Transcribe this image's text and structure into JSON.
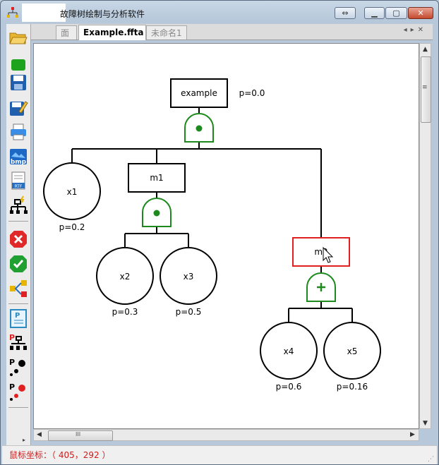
{
  "window": {
    "title": "故障树绘制与分析软件"
  },
  "tabs": [
    {
      "label": "面"
    },
    {
      "label": "Example.ffta"
    },
    {
      "label": "未命名1"
    }
  ],
  "tree": {
    "root": {
      "label": "example",
      "prob": "p=0.0"
    },
    "m1": {
      "label": "m1"
    },
    "m2": {
      "label": "m2"
    },
    "x1": {
      "label": "x1",
      "prob": "p=0.2"
    },
    "x2": {
      "label": "x2",
      "prob": "p=0.3"
    },
    "x3": {
      "label": "x3",
      "prob": "p=0.5"
    },
    "x4": {
      "label": "x4",
      "prob": "p=0.6"
    },
    "x5": {
      "label": "x5",
      "prob": "p=0.16"
    }
  },
  "colors": {
    "gate": "#1e8a1e",
    "selected": "#e02020",
    "status": "#d21a1a"
  },
  "status": {
    "text": "鼠标坐标：（ 405，292 ）"
  },
  "scrollbar": {
    "grip": "III",
    "vgrip": "≡"
  }
}
